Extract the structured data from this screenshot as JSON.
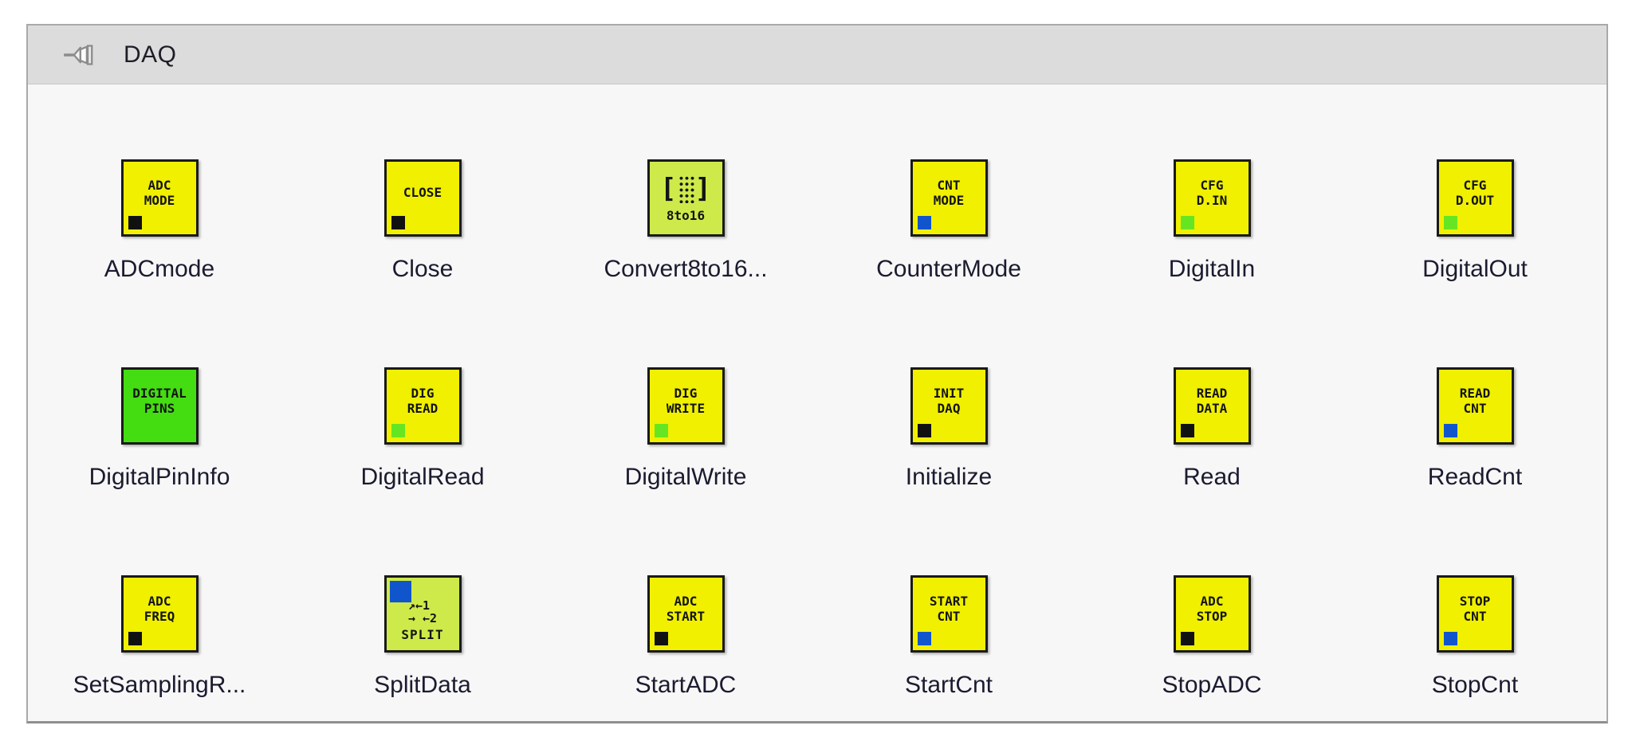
{
  "panel": {
    "title": "DAQ",
    "pin_icon": "pushpin-horizontal-icon",
    "colors": {
      "header_bg": "#dcdcdc",
      "body_bg": "#f7f7f7",
      "border": "#a9a9a9",
      "yellow": "#f0f000",
      "green": "#44dd11",
      "lime": "#cdea4a",
      "corner_black": "#111111",
      "corner_blue": "#1155cc",
      "corner_green": "#66e622",
      "icon_border": "#1a1a1a",
      "label_color": "#1b1b30"
    }
  },
  "convert_glyph": {
    "bracket_left": "[",
    "bracket_right": "]",
    "caption": "8to16"
  },
  "split_glyph": {
    "lines": "↗←1\n→ ←2",
    "caption": "SPLIT"
  },
  "items": [
    {
      "id": "adcmode",
      "label": "ADCmode",
      "type": "text",
      "icon_text": "ADC\nMODE",
      "bg": "yellow",
      "corner": "black",
      "corner_pos": "bottom-left"
    },
    {
      "id": "close",
      "label": "Close",
      "type": "text",
      "icon_text": "CLOSE",
      "bg": "yellow",
      "corner": "black",
      "corner_pos": "bottom-left"
    },
    {
      "id": "convert8to16",
      "label": "Convert8to16...",
      "type": "convert",
      "icon_text": "8to16",
      "bg": "lime",
      "corner": null,
      "corner_pos": null
    },
    {
      "id": "countermode",
      "label": "CounterMode",
      "type": "text",
      "icon_text": "CNT\nMODE",
      "bg": "yellow",
      "corner": "blue",
      "corner_pos": "bottom-left"
    },
    {
      "id": "digitalin",
      "label": "DigitalIn",
      "type": "text",
      "icon_text": "CFG\nD.IN",
      "bg": "yellow",
      "corner": "green",
      "corner_pos": "bottom-left"
    },
    {
      "id": "digitalout",
      "label": "DigitalOut",
      "type": "text",
      "icon_text": "CFG\nD.OUT",
      "bg": "yellow",
      "corner": "green",
      "corner_pos": "bottom-left"
    },
    {
      "id": "digitalpininfo",
      "label": "DigitalPinInfo",
      "type": "text",
      "icon_text": "DIGITAL\nPINS",
      "bg": "green",
      "corner": null,
      "corner_pos": null
    },
    {
      "id": "digitalread",
      "label": "DigitalRead",
      "type": "text",
      "icon_text": "DIG\nREAD",
      "bg": "yellow",
      "corner": "green",
      "corner_pos": "bottom-left"
    },
    {
      "id": "digitalwrite",
      "label": "DigitalWrite",
      "type": "text",
      "icon_text": "DIG\nWRITE",
      "bg": "yellow",
      "corner": "green",
      "corner_pos": "bottom-left"
    },
    {
      "id": "initialize",
      "label": "Initialize",
      "type": "text",
      "icon_text": "INIT\nDAQ",
      "bg": "yellow",
      "corner": "black",
      "corner_pos": "bottom-left"
    },
    {
      "id": "read",
      "label": "Read",
      "type": "text",
      "icon_text": "READ\nDATA",
      "bg": "yellow",
      "corner": "black",
      "corner_pos": "bottom-left"
    },
    {
      "id": "readcnt",
      "label": "ReadCnt",
      "type": "text",
      "icon_text": "READ\nCNT",
      "bg": "yellow",
      "corner": "blue",
      "corner_pos": "bottom-left"
    },
    {
      "id": "setsamplingrate",
      "label": "SetSamplingR...",
      "type": "text",
      "icon_text": "ADC\nFREQ",
      "bg": "yellow",
      "corner": "black",
      "corner_pos": "bottom-left"
    },
    {
      "id": "splitdata",
      "label": "SplitData",
      "type": "split",
      "icon_text": "SPLIT",
      "bg": "lime",
      "corner": "blue",
      "corner_pos": "top-left"
    },
    {
      "id": "startadc",
      "label": "StartADC",
      "type": "text",
      "icon_text": "ADC\nSTART",
      "bg": "yellow",
      "corner": "black",
      "corner_pos": "bottom-left"
    },
    {
      "id": "startcnt",
      "label": "StartCnt",
      "type": "text",
      "icon_text": "START\nCNT",
      "bg": "yellow",
      "corner": "blue",
      "corner_pos": "bottom-left"
    },
    {
      "id": "stopadc",
      "label": "StopADC",
      "type": "text",
      "icon_text": "ADC\nSTOP",
      "bg": "yellow",
      "corner": "black",
      "corner_pos": "bottom-left"
    },
    {
      "id": "stopcnt",
      "label": "StopCnt",
      "type": "text",
      "icon_text": "STOP\nCNT",
      "bg": "yellow",
      "corner": "blue",
      "corner_pos": "bottom-left"
    }
  ]
}
